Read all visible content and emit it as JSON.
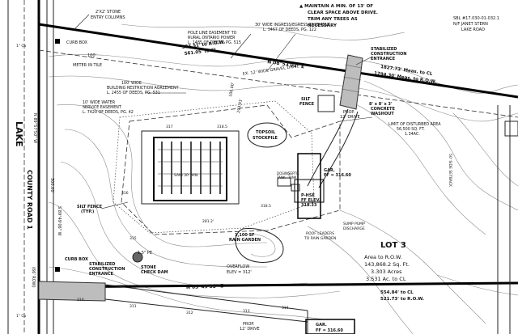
{
  "top_note": [
    "▲ MAINTAIN A MIN. OF 13' OF",
    "CLEAR SPACE ABOVE DRIVE.",
    "TRIM ANY TREES AS",
    "NECESSARY"
  ],
  "neighbor": [
    "SBL #17.030-01-032.1",
    "N/F JANET STERN",
    "LAKE ROAD"
  ],
  "road_name": "LAKE",
  "road_label": "COUNTY ROAD 1",
  "row_width": "(66' ROW)",
  "dim_300": "300.00'",
  "bearing_west": "N 89°57'50\" W",
  "bearing_west2": "S 89°49'06\" W",
  "labels": {
    "stone_columns": [
      "2'X2' STONE",
      "ENTRY COLUMNS"
    ],
    "curb_box_top": "CURB BOX",
    "meter": "METER IN TILE",
    "pole_easement": [
      "POLE LINE EASEMENT TO",
      "RURAL ONTARIO POWER",
      "L. 1485 OF DEEDS, PG. 515"
    ],
    "ingress_easement": [
      "30' WIDE INGRESS/EGRESS EASEMENT",
      "L. 3467 OF DEEDS, PG. 122"
    ],
    "building_restriction": [
      "100' WIDE",
      "BUILDING RESTRICTION AGREEMENT",
      "L. 2455 OF DEEDS, PG. 531"
    ],
    "water_easement": [
      "10' WIDE WATER",
      "SERVICE EASEMENT",
      "L. 7420 OF DEEDS, PG. 42"
    ],
    "gravel_drive": "EX. 12' WIDE GRAVEL DRIVE",
    "to_row_top": [
      "527.51' to R.O.W.",
      "561.05' to CL"
    ],
    "bearing_top": "N 08°53'01\" E",
    "to_cl_right": [
      "1827.73' Meas. to CL",
      "1794.30' Meas. to R.O.W."
    ],
    "stabilized_top": [
      "STABILIZED",
      "CONSTRUCTION",
      "ENTRANCE"
    ],
    "silt_fence": [
      "SILT",
      "FENCE"
    ],
    "prop_drive": [
      "PROP.",
      "12' DRIVE"
    ],
    "washout": [
      "8' x 8' x 3'",
      "CONCRETE",
      "WASHOUT"
    ],
    "disturbed_area": [
      "LIMIT OF DISTURBED AREA",
      "56,500 SQ. FT.",
      "1.34AC."
    ],
    "topsoil": [
      "TOPSOIL",
      "STOCKPILE"
    ],
    "garage_top": [
      "GAR.",
      "FF = 316.60"
    ],
    "house": [
      "P-HSE",
      "FF ELEV.",
      "318.33"
    ],
    "silt_fence_typ": [
      "SILT FENCE",
      "(TYP.)"
    ],
    "rain_garden": [
      "1,100 SF",
      "RAIN GARDEN"
    ],
    "roof_leaders": [
      "ROOF LEADERS",
      "TO RAIN GARDEN"
    ],
    "sump_pump": [
      "SUMP PUMP",
      "DISCHARGE"
    ],
    "overflow": [
      "OVERFLOW",
      "ELEV = 312'"
    ],
    "curb_box_bottom": "CURB BOX",
    "stabilized_bottom": [
      "STABILIZED",
      "CONSTRUCTION",
      "ENTRANCE"
    ],
    "check_dam": [
      "STONE",
      "CHECK DAM"
    ],
    "pipe_label": "1.5\" PE",
    "bearing_bottom": "N 03°49'35\" E",
    "to_row_bottom": [
      "554.84' to CL",
      "521.73' to R.O.W."
    ],
    "prop_drive_bottom": [
      "PROP.",
      "12' DRIVE"
    ],
    "garage_bottom": [
      "GAR.",
      "FF = 316.60"
    ],
    "septic": [
      "DOSING",
      "TANK"
    ],
    "septic2": [
      "SEPTIC",
      "TANK"
    ],
    "sewage_area": "SANI 30' MIN.",
    "elev_1": "318.5",
    "elev_2": "318.5",
    "elev_3": "281.2'",
    "contour_labels": [
      "310",
      "311",
      "312",
      "313",
      "314",
      "315",
      "316",
      "317"
    ],
    "dim_side_a": "100'",
    "dim_side_b": "293.91'",
    "dim_side_c": "100.00'",
    "side_setback": "50' SIDE SETBACK",
    "bottom_left_1": "1\" Ca",
    "bottom_left_2": "1\" Cu"
  },
  "lot": {
    "name": "LOT 3",
    "lines": [
      "Area to R.O.W.",
      "143,868.2 Sq. Ft.",
      "3.303 Acres",
      "3.531 Ac. to CL"
    ]
  },
  "colors": {
    "background": "#ffffff",
    "ink": "#111111",
    "contour": "#8a8a8a",
    "hatch": "#555555"
  }
}
